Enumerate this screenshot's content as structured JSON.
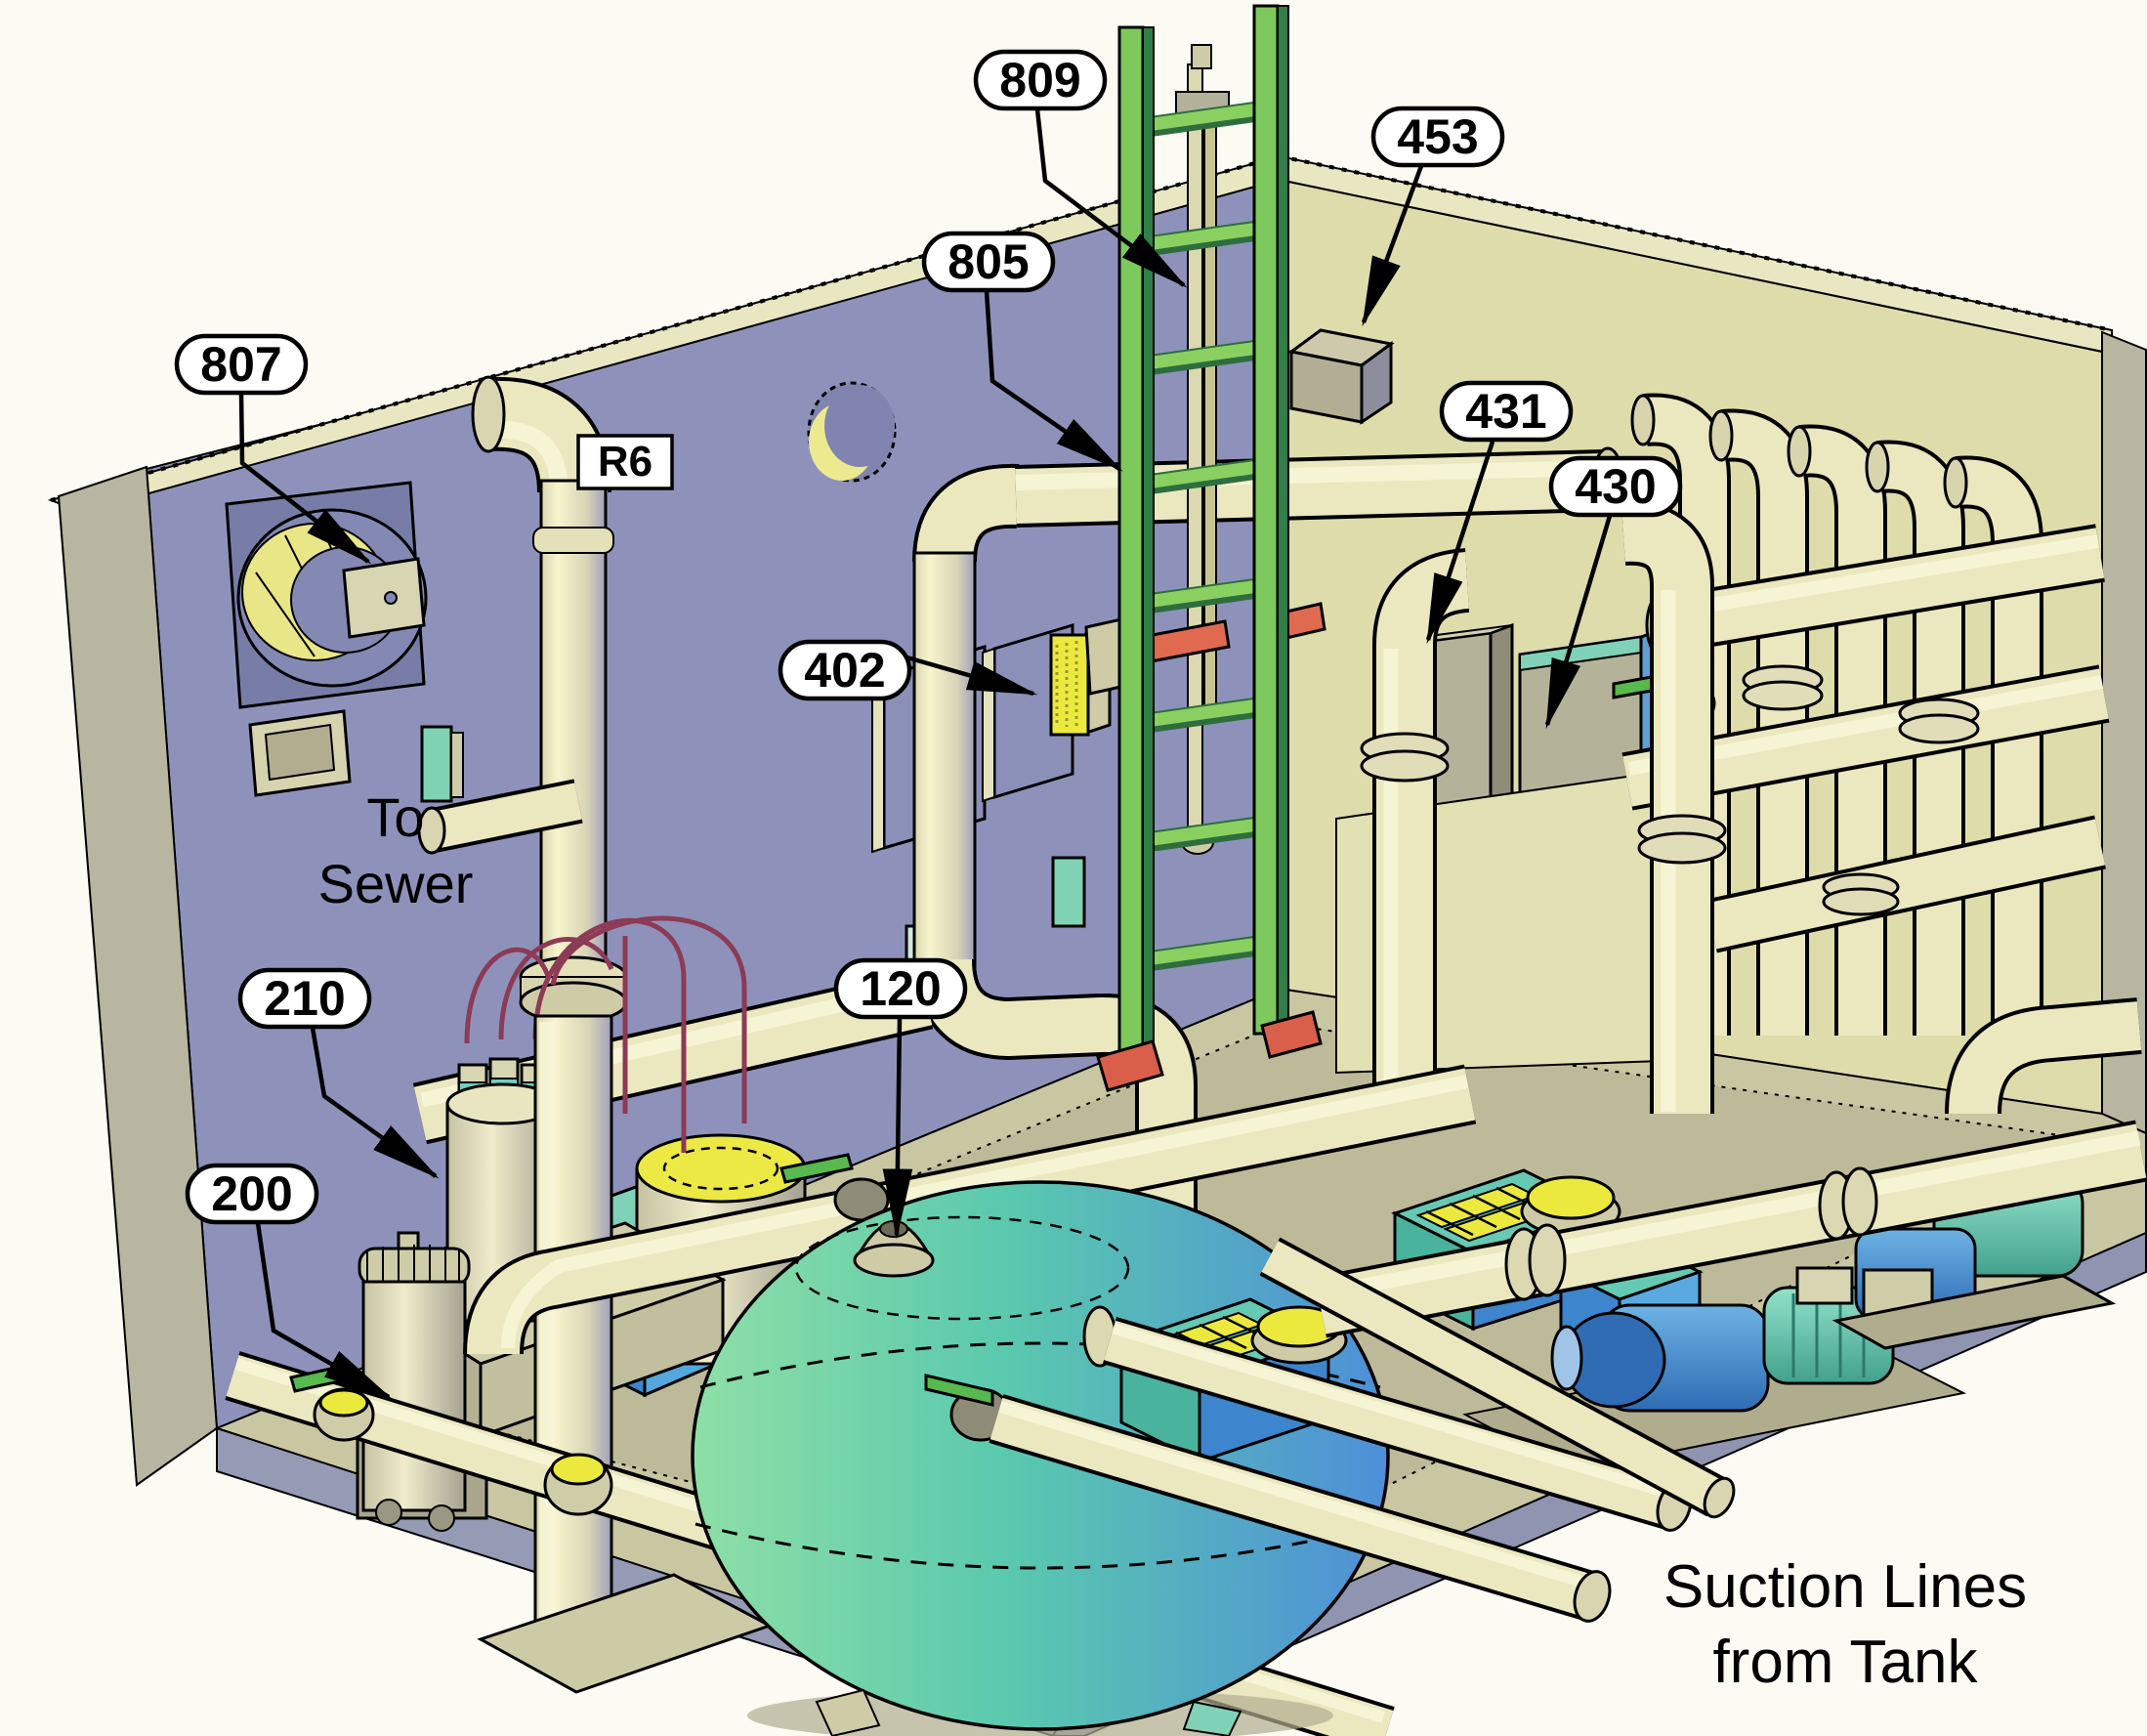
{
  "diagram": {
    "type": "isometric-equipment-room-cad-drawing",
    "description": "3D CAD cutaway of a pump/filter equipment room with numbered callouts",
    "callouts": [
      {
        "id": "807",
        "label": "807",
        "target": "wall-exhaust-fan"
      },
      {
        "id": "809",
        "label": "809",
        "target": "ladder-conduit"
      },
      {
        "id": "805",
        "label": "805",
        "target": "access-ladder"
      },
      {
        "id": "453",
        "label": "453",
        "target": "wall-junction-box"
      },
      {
        "id": "402",
        "label": "402",
        "target": "wall-control-device"
      },
      {
        "id": "431",
        "label": "431",
        "target": "electrical-panel-left"
      },
      {
        "id": "430",
        "label": "430",
        "target": "electrical-panel-right"
      },
      {
        "id": "210",
        "label": "210",
        "target": "filter-canister-tall"
      },
      {
        "id": "200",
        "label": "200",
        "target": "filter-canister-short"
      },
      {
        "id": "120",
        "label": "120",
        "target": "sand-filter-tank"
      }
    ],
    "tags": {
      "r6": "R6"
    },
    "annotations": {
      "to_sewer_line1": "To",
      "to_sewer_line2": "Sewer",
      "suction_line1": "Suction Lines",
      "suction_line2": "from Tank"
    },
    "colors": {
      "left_wall": "#8e92bb",
      "right_wall": "#dedcab",
      "wall_top_band": "#e9e7c1",
      "wall_end_face": "#b8b5a0",
      "floor": "#c9c6a2",
      "floor_pad": "#bdba9a",
      "floor_edge": "#959bb5",
      "pipe_cream": "#ebe8c0",
      "ladder_green": "#7dc95e",
      "ladder_green_dark": "#2f7f47",
      "tank_teal": "#5ac9ae",
      "tank_blue": "#4e8fd8",
      "pump_blue": "#3d85cc",
      "motor_teal": "#66c9b4",
      "lid_yellow": "#ece93e",
      "bracket_red": "#e06a50",
      "tubing_maroon": "#8c3a55"
    }
  }
}
